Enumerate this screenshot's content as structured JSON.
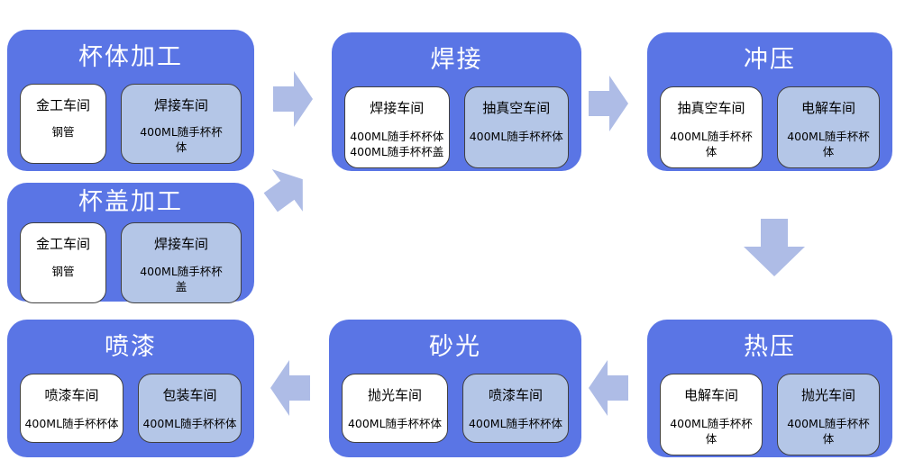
{
  "colors": {
    "node_fill": "#5a75e5",
    "card_light": "#b4c6e7",
    "card_white": "#ffffff",
    "card_border": "#404040",
    "arrow": "#aebce6",
    "title_text": "#ffffff",
    "card_text": "#000000"
  },
  "nodes": {
    "cup_body": {
      "title": "杯体加工",
      "cards": [
        {
          "title": "金工车间",
          "body": "钢管"
        },
        {
          "title": "焊接车间",
          "body": "400ML随手杯杯体"
        }
      ]
    },
    "cup_lid": {
      "title": "杯盖加工",
      "cards": [
        {
          "title": "金工车间",
          "body": "钢管"
        },
        {
          "title": "焊接车间",
          "body": "400ML随手杯杯盖"
        }
      ]
    },
    "welding": {
      "title": "焊接",
      "cards": [
        {
          "title": "焊接车间",
          "body": "400ML随手杯杯体\n400ML随手杯杯盖"
        },
        {
          "title": "抽真空车间",
          "body": "400ML随手杯杯体"
        }
      ]
    },
    "stamping": {
      "title": "冲压",
      "cards": [
        {
          "title": "抽真空车间",
          "body": "400ML随手杯杯体"
        },
        {
          "title": "电解车间",
          "body": "400ML随手杯杯体"
        }
      ]
    },
    "hot_press": {
      "title": "热压",
      "cards": [
        {
          "title": "电解车间",
          "body": "400ML随手杯杯体"
        },
        {
          "title": "抛光车间",
          "body": "400ML随手杯杯体"
        }
      ]
    },
    "sanding": {
      "title": "砂光",
      "cards": [
        {
          "title": "抛光车间",
          "body": "400ML随手杯杯体"
        },
        {
          "title": "喷漆车间",
          "body": "400ML随手杯杯体"
        }
      ]
    },
    "painting": {
      "title": "喷漆",
      "cards": [
        {
          "title": "喷漆车间",
          "body": "400ML随手杯杯体"
        },
        {
          "title": "包装车间",
          "body": "400ML随手杯杯体"
        }
      ]
    }
  },
  "arrows": [
    {
      "from": "cup_body",
      "to": "welding",
      "direction": "right"
    },
    {
      "from": "cup_lid",
      "to": "welding",
      "direction": "up-right"
    },
    {
      "from": "welding",
      "to": "stamping",
      "direction": "right"
    },
    {
      "from": "stamping",
      "to": "hot_press",
      "direction": "down"
    },
    {
      "from": "hot_press",
      "to": "sanding",
      "direction": "left"
    },
    {
      "from": "sanding",
      "to": "painting",
      "direction": "left"
    }
  ]
}
